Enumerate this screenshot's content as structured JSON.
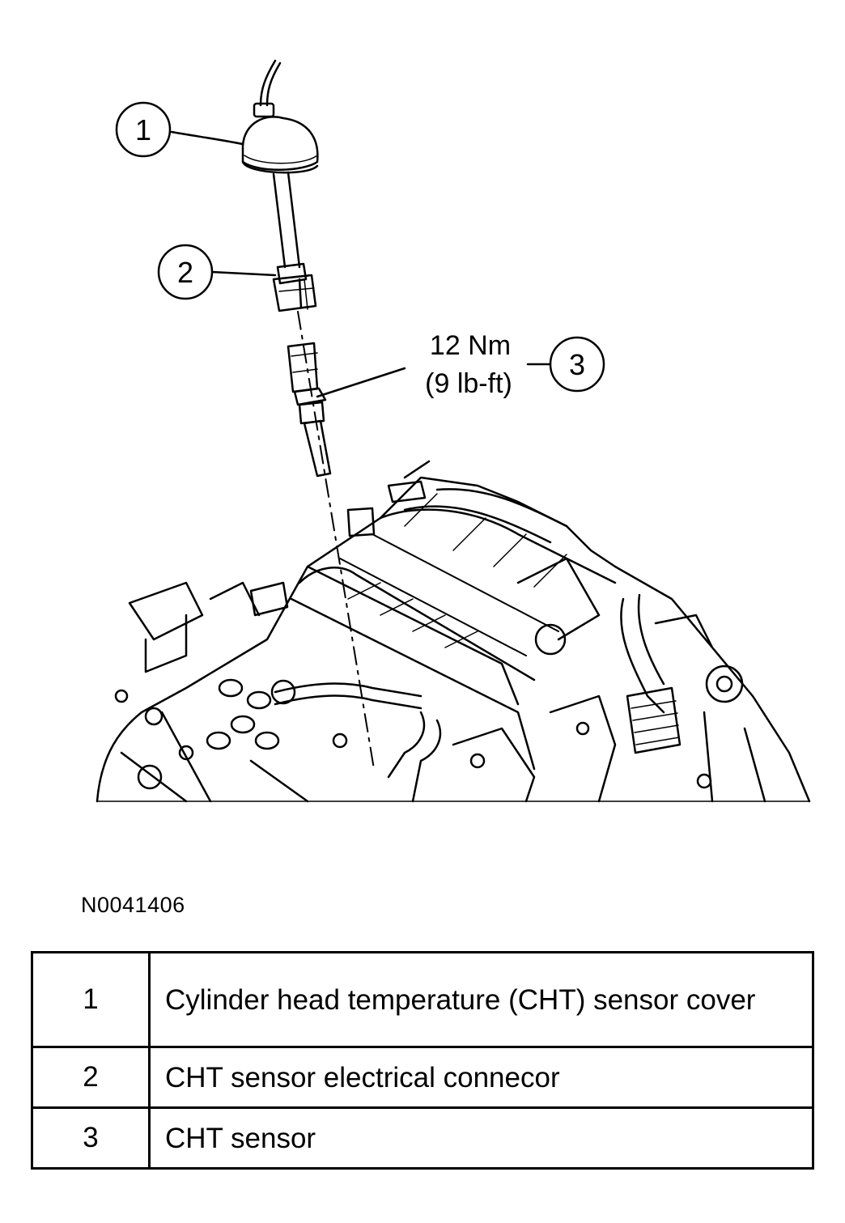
{
  "diagram": {
    "callouts": [
      {
        "number": "1"
      },
      {
        "number": "2"
      },
      {
        "number": "3"
      }
    ],
    "torque": {
      "line1": "12 Nm",
      "line2": "(9 lb-ft)"
    },
    "figure_id": "N0041406"
  },
  "legend": {
    "rows": [
      {
        "number": "1",
        "description": "Cylinder head temperature (CHT) sensor cover"
      },
      {
        "number": "2",
        "description": "CHT sensor electrical connecor"
      },
      {
        "number": "3",
        "description": "CHT sensor"
      }
    ]
  }
}
